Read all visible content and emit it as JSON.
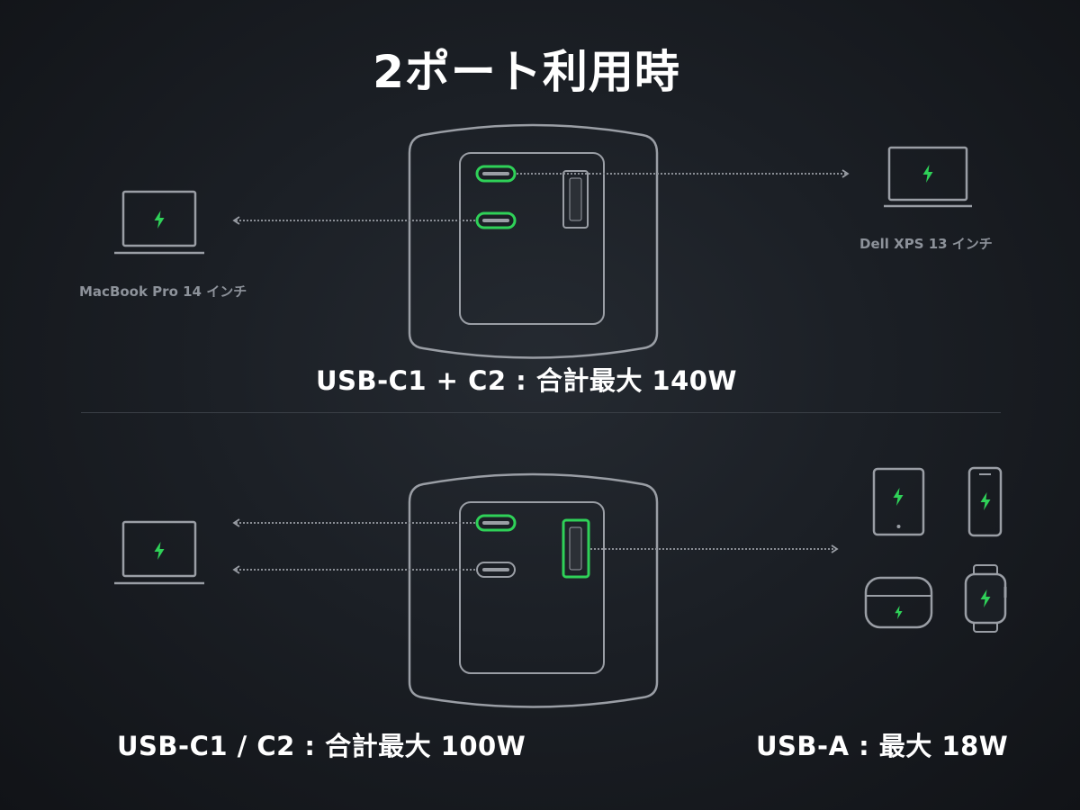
{
  "title": "2ポート利用時",
  "top_section": {
    "caption": "USB-C1 + C2 : 合計最大 140W",
    "left_device_label": "MacBook Pro 14 インチ",
    "right_device_label": "Dell XPS 13 インチ",
    "active_ports": [
      "USB-C1",
      "USB-C2"
    ],
    "left_device_icon": "laptop-icon",
    "right_device_icon": "laptop-icon"
  },
  "bottom_section": {
    "caption_left": "USB-C1 / C2 : 合計最大 100W",
    "caption_right": "USB-A : 最大 18W",
    "active_ports": [
      "USB-C1",
      "USB-A"
    ],
    "left_device_icon": "laptop-icon",
    "right_device_icons": [
      "tablet-icon",
      "smartphone-icon",
      "earbuds-case-icon",
      "smartwatch-icon"
    ]
  },
  "colors": {
    "background": "#1b1f25",
    "outline": "#9a9ea5",
    "active_port": "#2fd158",
    "charge_bolt": "#2fd158",
    "text": "#ffffff",
    "label_text": "#8d929a"
  }
}
